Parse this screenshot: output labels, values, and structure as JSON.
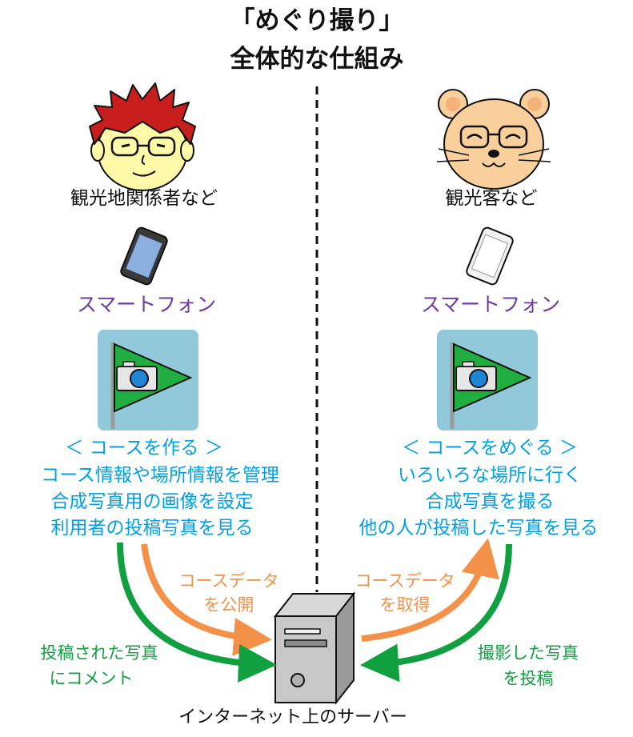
{
  "title": {
    "line1": "「めぐり撮り」",
    "line2": "全体的な仕組み"
  },
  "left": {
    "role": "観光地関係者など",
    "device": "スマートフォン",
    "app_heading": "＜ コースを作る ＞",
    "features": [
      "コース情報や場所情報を管理",
      "合成写真用の画像を設定",
      "利用者の投稿写真を見る"
    ]
  },
  "right": {
    "role": "観光客など",
    "device": "スマートフォン",
    "app_heading": "＜ コースをめぐる ＞",
    "features": [
      "いろいろな場所に行く",
      "合成写真を撮る",
      "他の人が投稿した写真を見る"
    ]
  },
  "flows": {
    "publish": [
      "コースデータ",
      "を公開"
    ],
    "fetch": [
      "コースデータ",
      "を取得"
    ],
    "comment": [
      "投稿された写真",
      "にコメント"
    ],
    "post": [
      "撮影した写真",
      "を投稿"
    ]
  },
  "server": {
    "label": "インターネット上のサーバー"
  },
  "colors": {
    "device_text": "#6e3aa6",
    "feature_text": "#00a0e9",
    "orange_arrow": "#f39149",
    "green_arrow": "#11a040",
    "flag_green": "#1fae3f",
    "app_bg": "#92c9da"
  },
  "icons": [
    "person-red-hair-icon",
    "bear-face-icon",
    "smartphone-dark-icon",
    "smartphone-white-icon",
    "app-flag-camera-icon",
    "server-tower-icon"
  ]
}
